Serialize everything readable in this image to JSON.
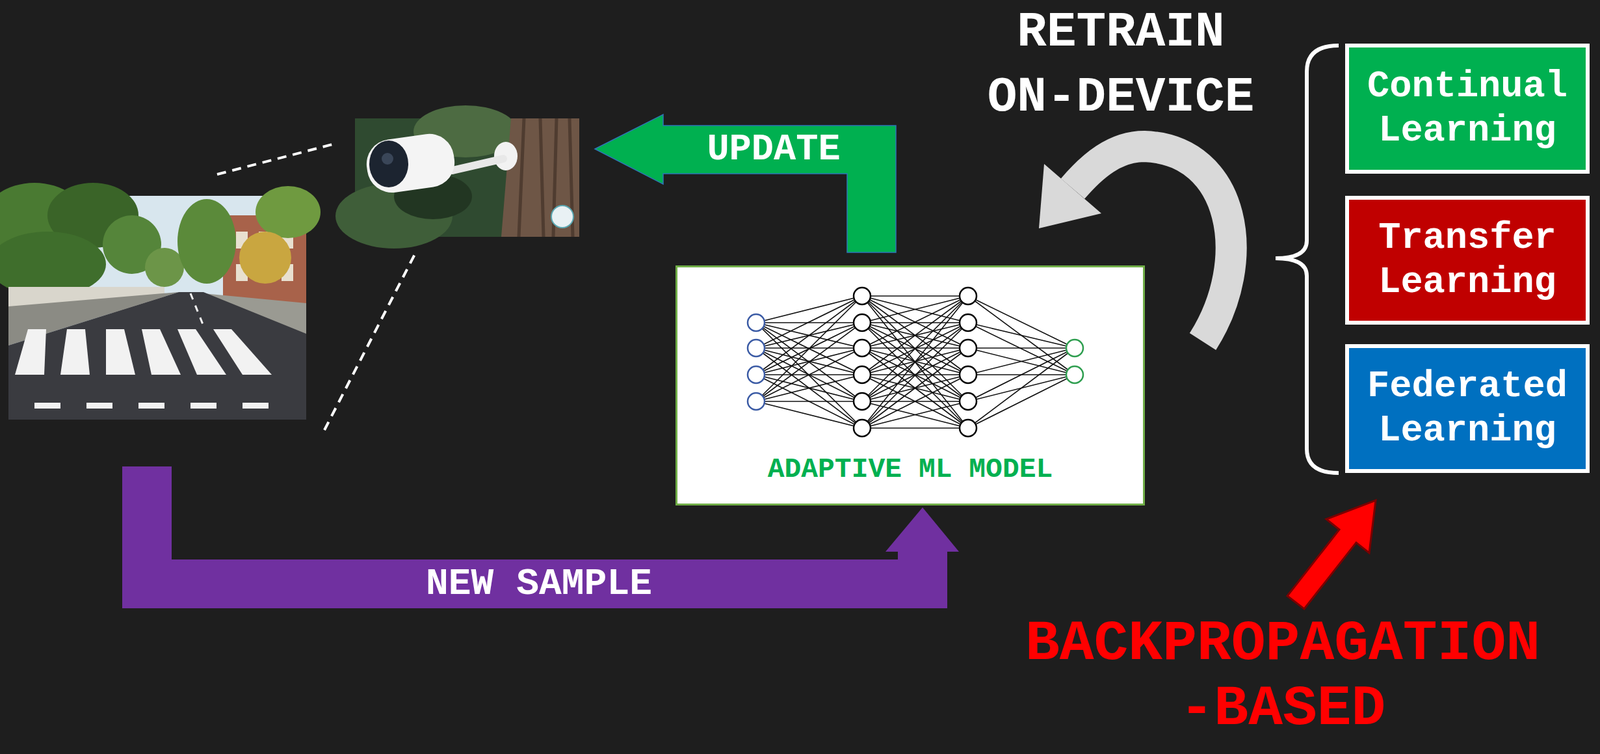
{
  "diagram": {
    "nodes": [
      {
        "text": [
          "ADAPTIVE ML MODEL"
        ]
      },
      {
        "text": [
          "Continual Learning"
        ]
      },
      {
        "text": [
          "Transfer Learning"
        ]
      },
      {
        "text": [
          "Federated Learning"
        ]
      }
    ],
    "labels": [
      "RETRAIN ON-DEVICE",
      "UPDATE",
      "NEW SAMPLE",
      "BACKPROPAGATION -BASED"
    ]
  }
}
